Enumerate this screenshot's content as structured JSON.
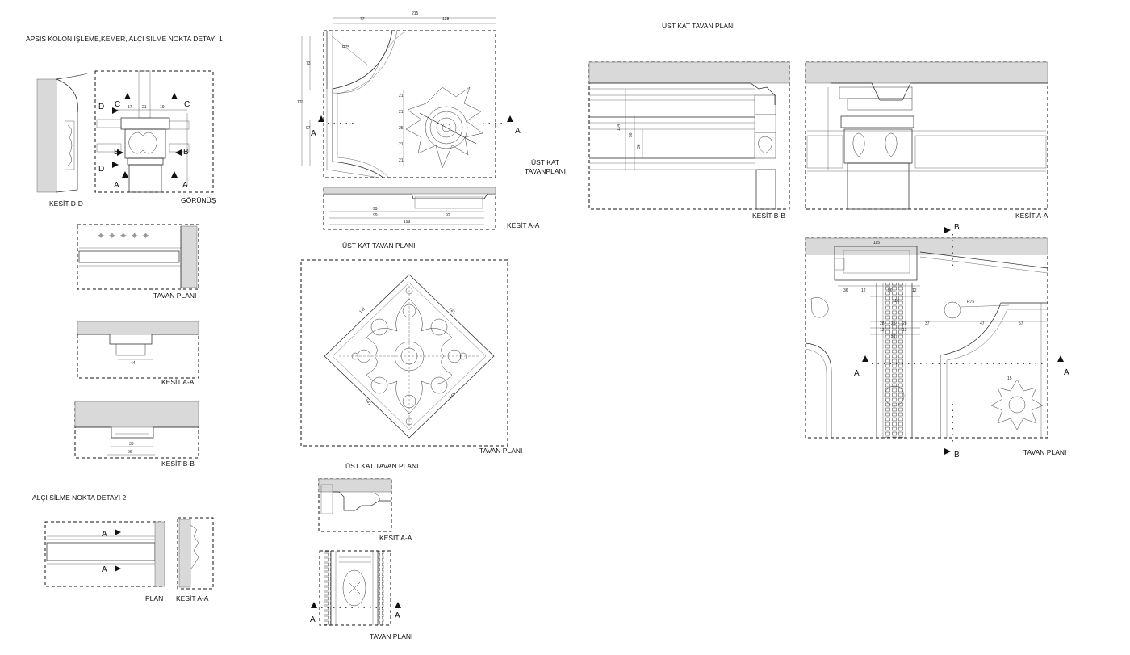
{
  "titles": {
    "detail1": "APSİS KOLON İŞLEME,KEMER, ALÇI SİLME  NOKTA DETAYI 1",
    "detail2": "ALÇI SİLME  NOKTA DETAYI 2",
    "ust_kat_top": "ÜST KAT TAVAN PLANI",
    "ust_kat_right": "ÜST KAT\nTAVANPLANI",
    "ust_kat_mid": "ÜST KAT TAVAN PLANI",
    "ust_kat_bottom": "ÜST KAT TAVAN PLANI"
  },
  "captions": {
    "kesit_dd": "KESİT D-D",
    "gorunus": "GÖRÜNÜŞ",
    "tavan_plani_1": "TAVAN PLANI",
    "kesit_aa_1": "KESİT A-A",
    "kesit_bb_1": "KESİT B-B",
    "plan": "PLAN",
    "kesit_aa_2": "KESİT A-A",
    "kesit_aa_top": "KESİT A-A",
    "tavan_plani_diamond": "TAVAN PLANI",
    "kesit_aa_small": "KESİT A-A",
    "tavan_plani_bottom": "TAVAN PLANI",
    "kesit_bb_right": "KESİT  B-B",
    "kesit_aa_right": "KESİT A-A",
    "tavan_plani_right": "TAVAN PLANI"
  },
  "markers": {
    "a": "A",
    "b": "B",
    "c": "C",
    "d": "D"
  },
  "dimensions": {
    "top_plan": [
      "215",
      "77",
      "138",
      "73",
      "170",
      "97",
      "R75",
      "21",
      "21",
      "25",
      "21",
      "21"
    ],
    "section_aa": [
      "99",
      "99",
      "92",
      "199"
    ],
    "gorunus": [
      "17",
      "21",
      "19"
    ],
    "kesit_aa_1": [
      "44"
    ],
    "kesit_bb_1": [
      "38",
      "56"
    ],
    "kesit_bb_right": [
      "114",
      "90",
      "36"
    ],
    "right_plan": [
      "115",
      "36",
      "12",
      "56",
      "12",
      "110",
      "28",
      "28",
      "28",
      "12",
      "12",
      "51",
      "37",
      "47",
      "57",
      "R75",
      "15"
    ],
    "diamond": [
      "141",
      "141",
      "141",
      "141"
    ]
  }
}
